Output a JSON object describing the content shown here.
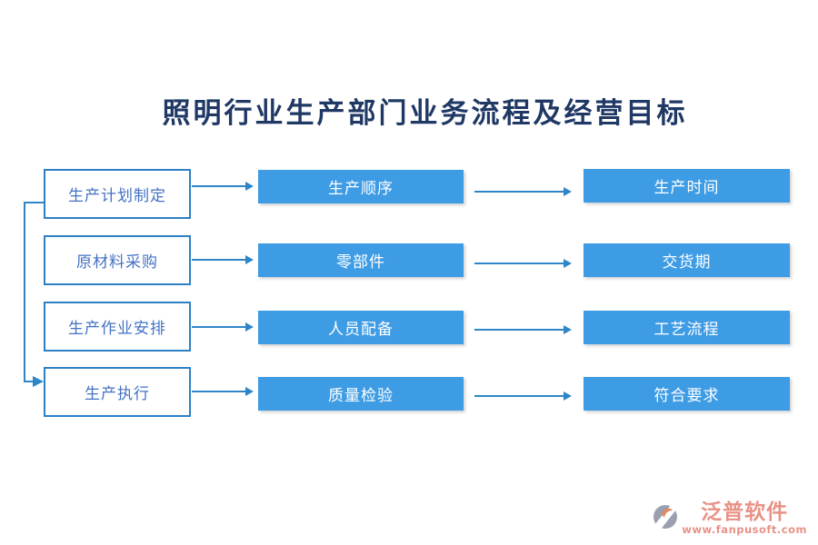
{
  "title": "照明行业生产部门业务流程及经营目标",
  "flow": {
    "rows": [
      {
        "stage": "生产计划制定",
        "process": "生产顺序",
        "goal": "生产时间"
      },
      {
        "stage": "原材料采购",
        "process": "零部件",
        "goal": "交货期"
      },
      {
        "stage": "生产作业安排",
        "process": "人员配备",
        "goal": "工艺流程"
      },
      {
        "stage": "生产执行",
        "process": "质量检验",
        "goal": "符合要求"
      }
    ],
    "feedback_link": {
      "from": "生产计划制定",
      "to": "生产执行"
    }
  },
  "watermark": {
    "brand": "泛普软件",
    "url": "www.fanpusoft.com",
    "icon": "fanpu-logo-icon"
  },
  "colors": {
    "solid_box_fill": "#3E9CE5",
    "outline_box_border": "#2E80C4",
    "stage_text": "#4472C4",
    "arrow": "#2E86C8",
    "title_text": "#1F3864",
    "watermark_text": "#E89287",
    "background": "#FFFFFF"
  }
}
